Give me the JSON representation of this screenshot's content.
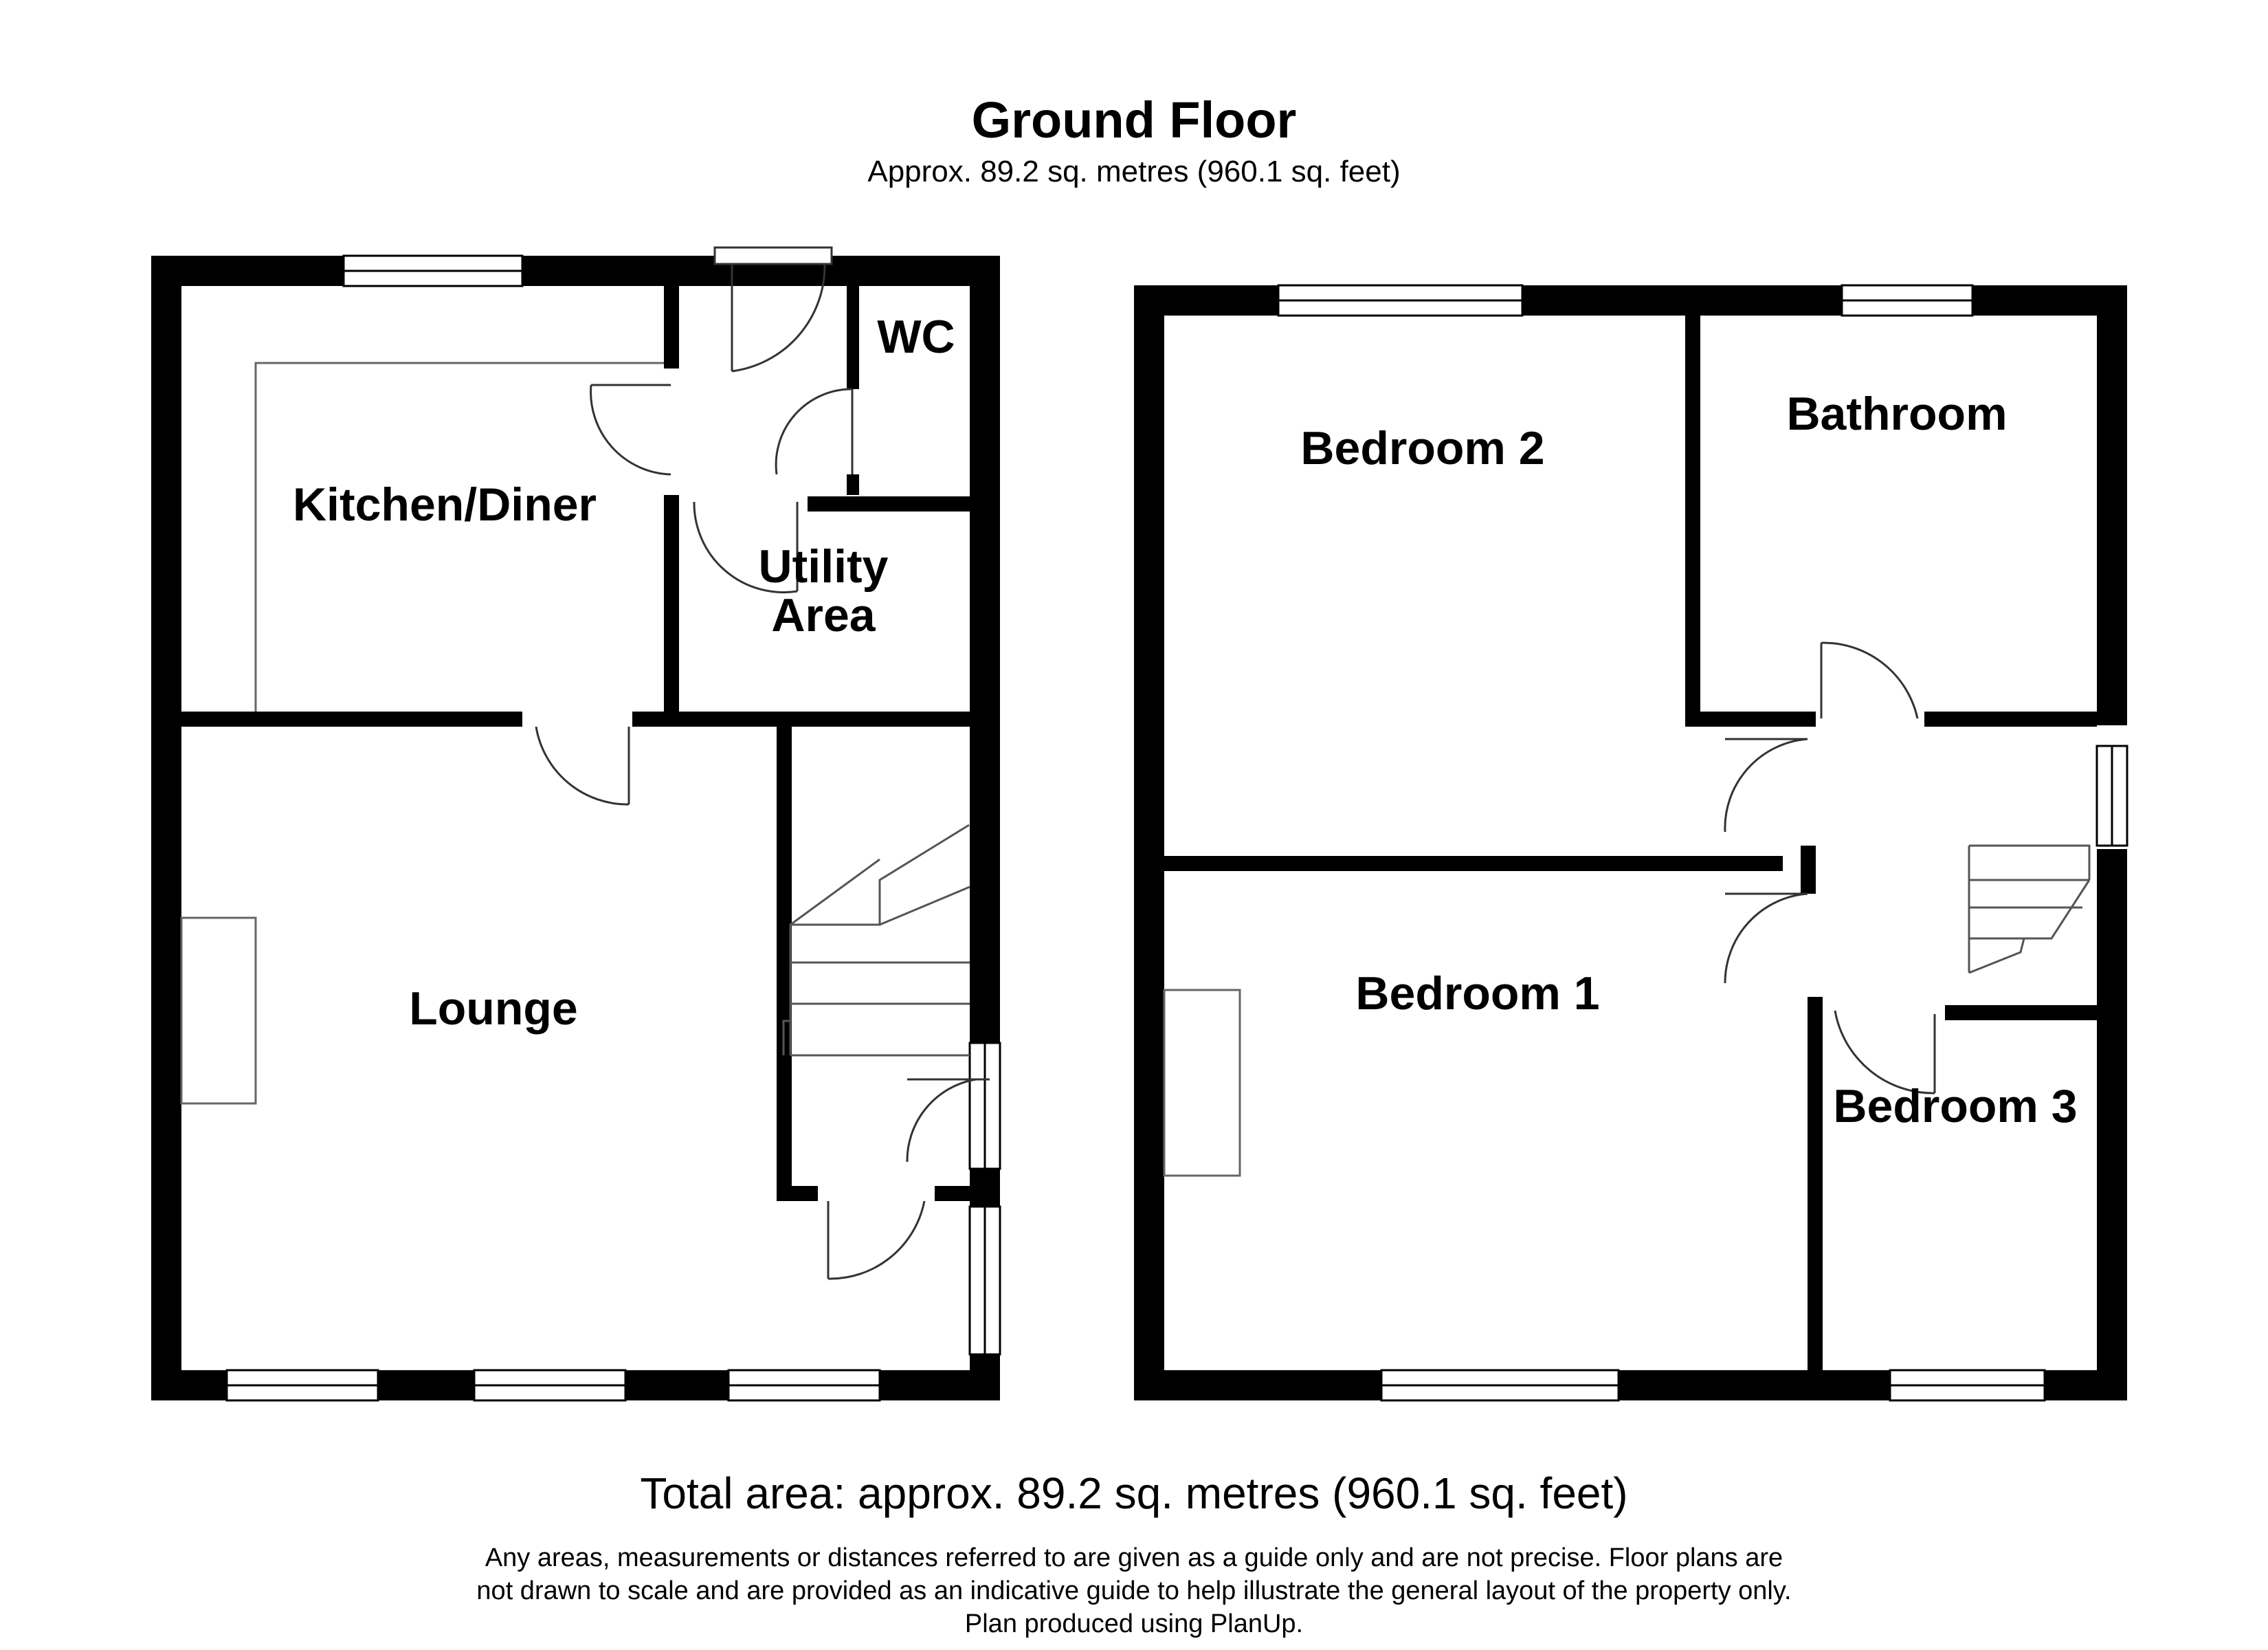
{
  "plan": {
    "title": "Ground Floor",
    "subtitle": "Approx. 89.2 sq. metres (960.1 sq. feet)",
    "total_area": "Total area: approx. 89.2 sq. metres (960.1 sq. feet)",
    "disclaimer": [
      "Any areas, measurements or distances referred to are given as a guide only and are not precise. Floor plans are",
      "not drawn to scale and are provided as an indicative guide to help illustrate the general layout of the property only.",
      "Plan produced using PlanUp."
    ]
  },
  "rooms": {
    "wc": "WC",
    "kitchen": "Kitchen/Diner",
    "utility_line1": "Utility",
    "utility_line2": "Area",
    "lounge": "Lounge",
    "bedroom2": "Bedroom 2",
    "bathroom": "Bathroom",
    "bedroom1": "Bedroom 1",
    "bedroom3": "Bedroom 3"
  },
  "colors": {
    "wall": "#000000",
    "fixture": "#555555",
    "background": "#ffffff"
  }
}
